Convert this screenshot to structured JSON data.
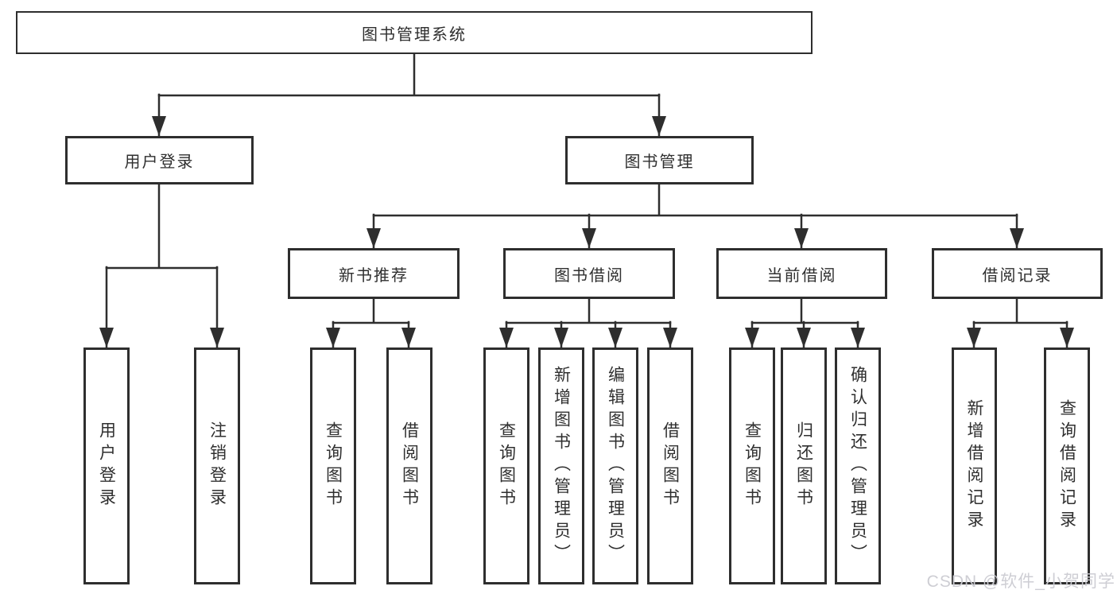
{
  "diagram": {
    "type": "tree",
    "watermark": "CSDN @软件_小贺同学",
    "colors": {
      "background": "#ffffff",
      "line": "#2e2e2e",
      "box_border": "#2e2e2e",
      "text": "#2f2f2f",
      "watermark": "#cbcbd2"
    },
    "tree": {
      "label": "图书管理系统",
      "children": [
        {
          "label": "用户登录",
          "children": [
            {
              "label": "用户登录"
            },
            {
              "label": "注销登录"
            }
          ]
        },
        {
          "label": "图书管理",
          "children": [
            {
              "label": "新书推荐",
              "children": [
                {
                  "label": "查询图书"
                },
                {
                  "label": "借阅图书"
                }
              ]
            },
            {
              "label": "图书借阅",
              "children": [
                {
                  "label": "查询图书"
                },
                {
                  "label": "新增图书（管理员）"
                },
                {
                  "label": "编辑图书（管理员）"
                },
                {
                  "label": "借阅图书"
                }
              ]
            },
            {
              "label": "当前借阅",
              "children": [
                {
                  "label": "查询图书"
                },
                {
                  "label": "归还图书"
                },
                {
                  "label": "确认归还（管理员）"
                }
              ]
            },
            {
              "label": "借阅记录",
              "children": [
                {
                  "label": "新增借阅记录"
                },
                {
                  "label": "查询借阅记录"
                }
              ]
            }
          ]
        }
      ]
    }
  }
}
